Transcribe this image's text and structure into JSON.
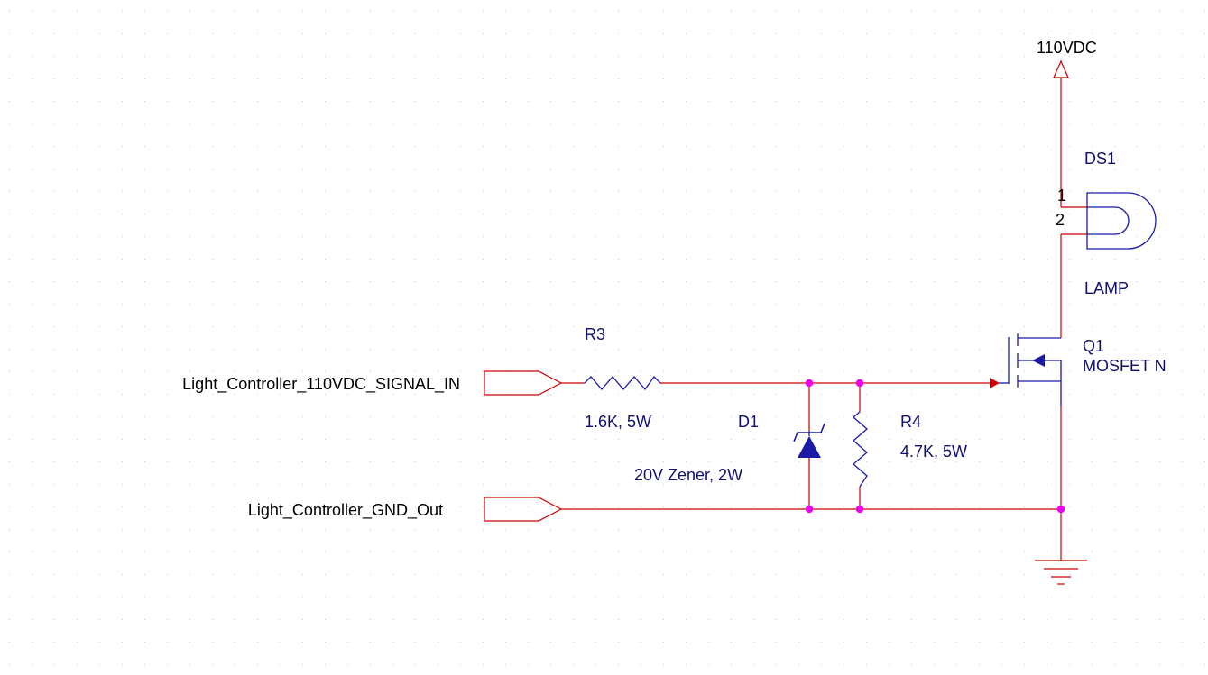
{
  "colors": {
    "wire": "#cc0000",
    "component": "#1a1aa6",
    "junction": "#ee00ee",
    "zener_fill": "#1a1aa6",
    "grid": "#c8c8c8",
    "background": "#ffffff"
  },
  "ports": {
    "signal_in": "Light_Controller_110VDC_SIGNAL_IN",
    "gnd_out": "Light_Controller_GND_Out"
  },
  "power": {
    "net": "110VDC"
  },
  "r3": {
    "ref": "R3",
    "value": "1.6K, 5W"
  },
  "d1": {
    "ref": "D1",
    "value": "20V Zener, 2W"
  },
  "r4": {
    "ref": "R4",
    "value": "4.7K, 5W"
  },
  "ds1": {
    "ref": "DS1",
    "value": "LAMP",
    "pin1": "1",
    "pin2": "2"
  },
  "q1": {
    "ref": "Q1",
    "value": "MOSFET N"
  }
}
